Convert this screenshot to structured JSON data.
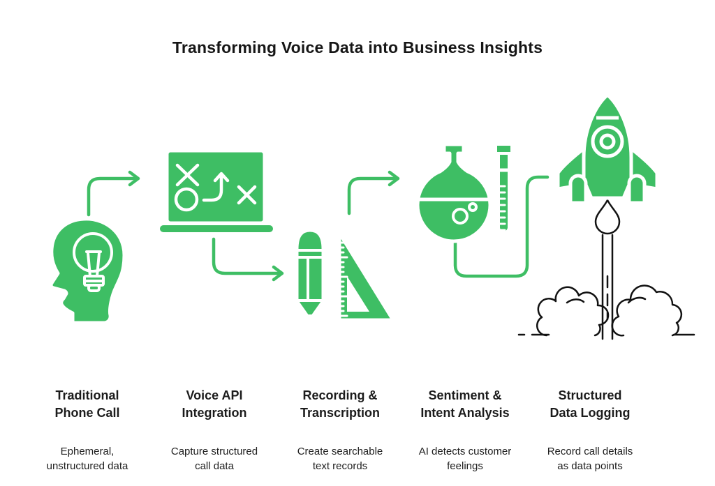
{
  "title": "Transforming Voice Data into Business Insights",
  "colors": {
    "accent_green": "#3ebe64",
    "outline_white": "#ffffff",
    "line_black": "#121212",
    "text_dark": "#1c1c1c",
    "background": "#ffffff"
  },
  "icons": [
    "head-lightbulb-icon",
    "laptop-strategy-icon",
    "pencil-setsquare-icon",
    "flask-testtube-icon",
    "rocket-launch-icon"
  ],
  "stages": [
    {
      "title": "Traditional\nPhone Call",
      "description": "Ephemeral,\nunstructured data"
    },
    {
      "title": "Voice API\nIntegration",
      "description": "Capture structured\ncall data"
    },
    {
      "title": "Recording &\nTranscription",
      "description": "Create searchable\ntext records"
    },
    {
      "title": "Sentiment &\nIntent Analysis",
      "description": "AI detects customer\nfeelings"
    },
    {
      "title": "Structured\nData Logging",
      "description": "Record call details\nas data points"
    }
  ]
}
